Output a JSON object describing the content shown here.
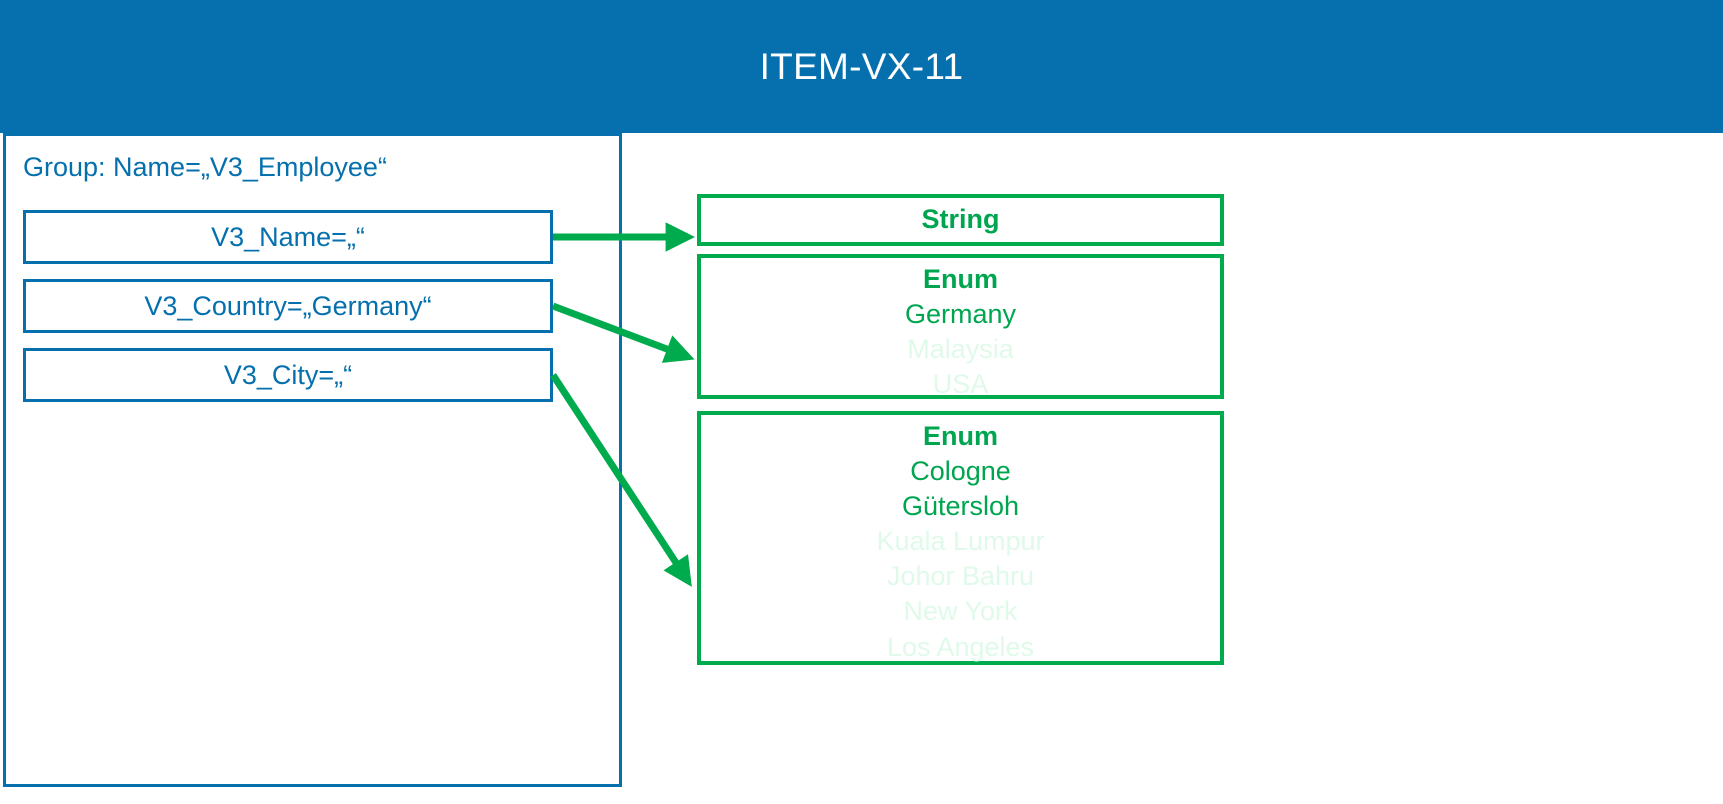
{
  "header": {
    "title": "ITEM-VX-11",
    "bar_color": "#0570AD",
    "title_color": "#FFFFFF"
  },
  "colors": {
    "blue": "#0570AD",
    "green": "#00AB4E",
    "green_text": "#00A550",
    "green_faded": "#E0FAEA",
    "background": "#FFFFFF"
  },
  "group_panel": {
    "label": "Group: Name=„V3_Employee“",
    "fields": [
      {
        "label": "V3_Name=„“",
        "name": "V3_Name",
        "value": ""
      },
      {
        "label": "V3_Country=„Germany“",
        "name": "V3_Country",
        "value": "Germany"
      },
      {
        "label": "V3_City=„“",
        "name": "V3_City",
        "value": ""
      }
    ]
  },
  "type_boxes": [
    {
      "title": "String",
      "values": []
    },
    {
      "title": "Enum",
      "values": [
        {
          "label": "Germany",
          "state": "active"
        },
        {
          "label": "Malaysia",
          "state": "inactive"
        },
        {
          "label": "USA",
          "state": "inactive"
        }
      ]
    },
    {
      "title": "Enum",
      "values": [
        {
          "label": "Cologne",
          "state": "active"
        },
        {
          "label": "Gütersloh",
          "state": "active"
        },
        {
          "label": "Kuala Lumpur",
          "state": "inactive"
        },
        {
          "label": "Johor Bahru",
          "state": "inactive"
        },
        {
          "label": "New York",
          "state": "inactive"
        },
        {
          "label": "Los Angeles",
          "state": "inactive"
        }
      ]
    }
  ],
  "connectors": [
    {
      "from": "V3_Name",
      "to": "String"
    },
    {
      "from": "V3_Country",
      "to": "Enum-Country"
    },
    {
      "from": "V3_City",
      "to": "Enum-City"
    }
  ]
}
